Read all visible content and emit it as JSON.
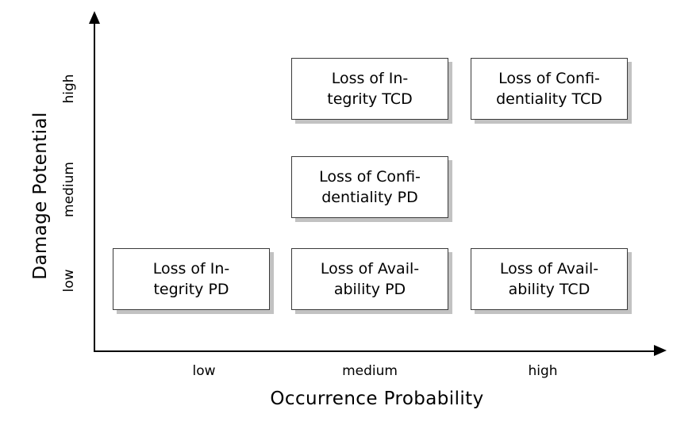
{
  "chart_data": {
    "type": "heatmap",
    "title": "",
    "xlabel": "Occurrence Probability",
    "ylabel": "Damage Potential",
    "x_categories": [
      "low",
      "medium",
      "high"
    ],
    "y_categories": [
      "low",
      "medium",
      "high"
    ],
    "grid": false,
    "legend": "none",
    "cells": [
      {
        "x": "medium",
        "y": "high",
        "line1": "Loss of In-",
        "line2": "tegrity TCD"
      },
      {
        "x": "high",
        "y": "high",
        "line1": "Loss of Confi-",
        "line2": "dentiality TCD"
      },
      {
        "x": "medium",
        "y": "medium",
        "line1": "Loss of Confi-",
        "line2": "dentiality PD"
      },
      {
        "x": "low",
        "y": "low",
        "line1": "Loss of In-",
        "line2": "tegrity PD"
      },
      {
        "x": "medium",
        "y": "low",
        "line1": "Loss of Avail-",
        "line2": "ability PD"
      },
      {
        "x": "high",
        "y": "low",
        "line1": "Loss of Avail-",
        "line2": "ability TCD"
      }
    ]
  },
  "axes": {
    "y": {
      "title": "Damage Potential",
      "ticks": {
        "high": "high",
        "medium": "medium",
        "low": "low"
      },
      "arrow_icon": "arrow-up-icon"
    },
    "x": {
      "title": "Occurrence Probability",
      "ticks": {
        "low": "low",
        "medium": "medium",
        "high": "high"
      },
      "arrow_icon": "arrow-right-icon"
    }
  },
  "cells": {
    "integrity_tcd": {
      "line1": "Loss of In-",
      "line2": "tegrity TCD"
    },
    "confidentiality_tcd": {
      "line1": "Loss of Confi-",
      "line2": "dentiality TCD"
    },
    "confidentiality_pd": {
      "line1": "Loss of Confi-",
      "line2": "dentiality PD"
    },
    "integrity_pd": {
      "line1": "Loss of In-",
      "line2": "tegrity PD"
    },
    "availability_pd": {
      "line1": "Loss of Avail-",
      "line2": "ability PD"
    },
    "availability_tcd": {
      "line1": "Loss of Avail-",
      "line2": "ability TCD"
    }
  },
  "colors": {
    "background": "#ffffff",
    "axis": "#000000",
    "cell_border": "#3a3a3a",
    "cell_fill": "#ffffff",
    "cell_shadow": "#c2c2c2",
    "text": "#000000"
  }
}
